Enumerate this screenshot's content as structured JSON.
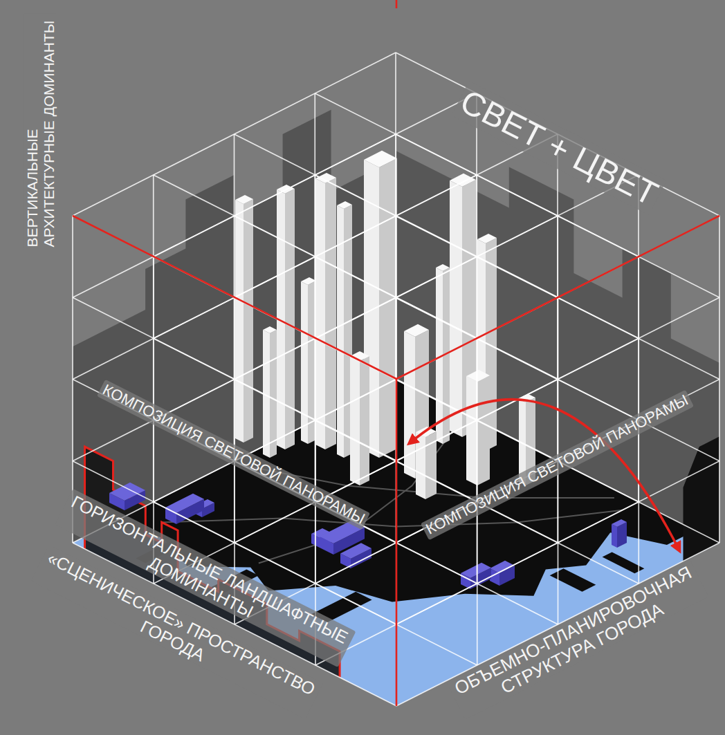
{
  "diagram": {
    "labels": [
      "ВЕРТИКАЛЬНЫЕ АРХИТЕКТУРНЫЕ ДОМИНАНТЫ",
      "СВЕТ + ЦВЕТ",
      "КОМПОЗИЦИЯ СВЕТОВОЙ ПАНОРАМЫ",
      "КОМПОЗИЦИЯ СВЕТОВОЙ ПАНОРАМЫ",
      "ГОРИЗОНТАЛЬНЫЕ ЛАНДШАФТНЫЕ ДОМИНАНТЫ",
      "«СЦЕНИЧЕСКОЕ» ПРОСТРАНСТВО ГОРОДА",
      "ОБЪЕМНО-ПЛАНИРОВОЧНАЯ СТРУКТУРА ГОРОДА"
    ]
  }
}
